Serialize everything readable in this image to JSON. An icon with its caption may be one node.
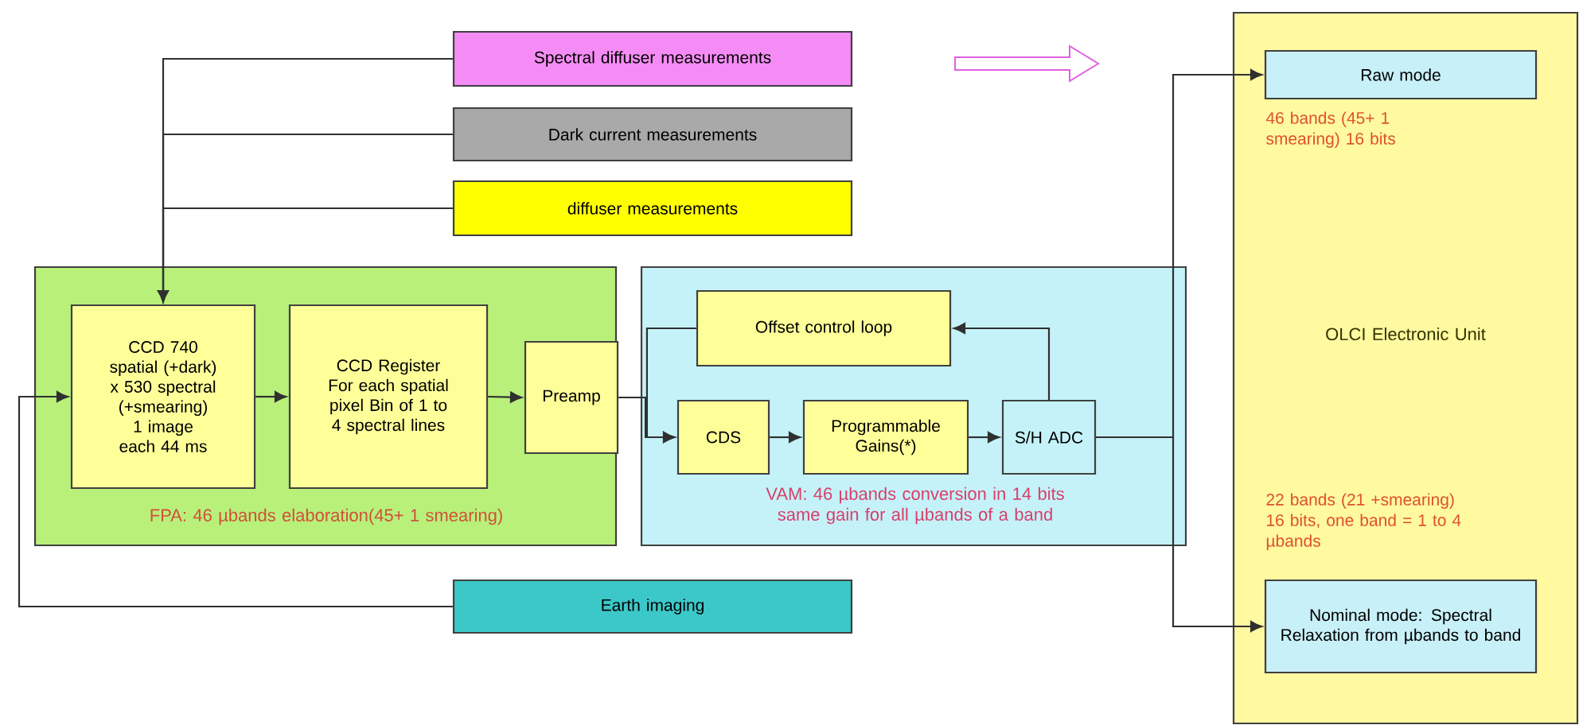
{
  "diagram": {
    "nodes": [
      {
        "text": [
          "Spectral diffuser measurements"
        ]
      },
      {
        "text": [
          "Dark current measurements"
        ]
      },
      {
        "text": [
          "diffuser measurements"
        ]
      },
      {
        "text": [
          "FPA: 46 µbands elaboration(45+ 1 smearing)"
        ]
      },
      {
        "text": [
          "CCD 740 spatial (+dark) x 530 spectral (+smearing) 1 image each 44 ms"
        ],
        "in": 3
      },
      {
        "text": [
          "CCD Register For each spatial pixel Bin of 1 to 4 spectral lines"
        ],
        "in": 3
      },
      {
        "text": [
          "Preamp"
        ],
        "in": 3
      },
      {
        "text": [
          "VAM: 46 µbands conversion in 14 bits same gain for all µbands of a band"
        ]
      },
      {
        "text": [
          "Offset control loop"
        ],
        "in": 7
      },
      {
        "text": [
          "CDS"
        ],
        "in": 7
      },
      {
        "text": [
          "Programmable Gains(*)"
        ],
        "in": 7
      },
      {
        "text": [
          "S/H ADC"
        ],
        "in": 7
      },
      {
        "text": [
          "Earth imaging"
        ]
      },
      {
        "text": [
          "OLCI Electronic Unit"
        ]
      },
      {
        "text": [
          "Raw mode"
        ],
        "in": 13,
        "beside": [
          "46 bands (45+ 1 smearing) 16 bits"
        ]
      },
      {
        "text": [
          "Nominal mode: Spectral Relaxation from µbands to band"
        ],
        "in": 13,
        "beside": [
          "22 bands (21 +smearing) 16 bits, one band = 1 to 4 µbands"
        ]
      }
    ],
    "edges": [
      {
        "from": 0,
        "to": 4,
        "arrow": "to"
      },
      {
        "from": 1,
        "to": 4,
        "arrow": "to"
      },
      {
        "from": 2,
        "to": 4,
        "arrow": "to"
      },
      {
        "from": 12,
        "to": 4,
        "arrow": "to"
      },
      {
        "from": 4,
        "to": 5,
        "arrow": "to"
      },
      {
        "from": 5,
        "to": 6,
        "arrow": "to"
      },
      {
        "from": 6,
        "to": 9,
        "arrow": "to"
      },
      {
        "from": 8,
        "to": 9,
        "arrow": "to"
      },
      {
        "from": 9,
        "to": 10,
        "arrow": "to"
      },
      {
        "from": 10,
        "to": 11,
        "arrow": "to"
      },
      {
        "from": 11,
        "to": 8,
        "arrow": "to"
      },
      {
        "from": 11,
        "to": 14,
        "arrow": "to"
      },
      {
        "from": 11,
        "to": 15,
        "arrow": "to"
      }
    ]
  }
}
